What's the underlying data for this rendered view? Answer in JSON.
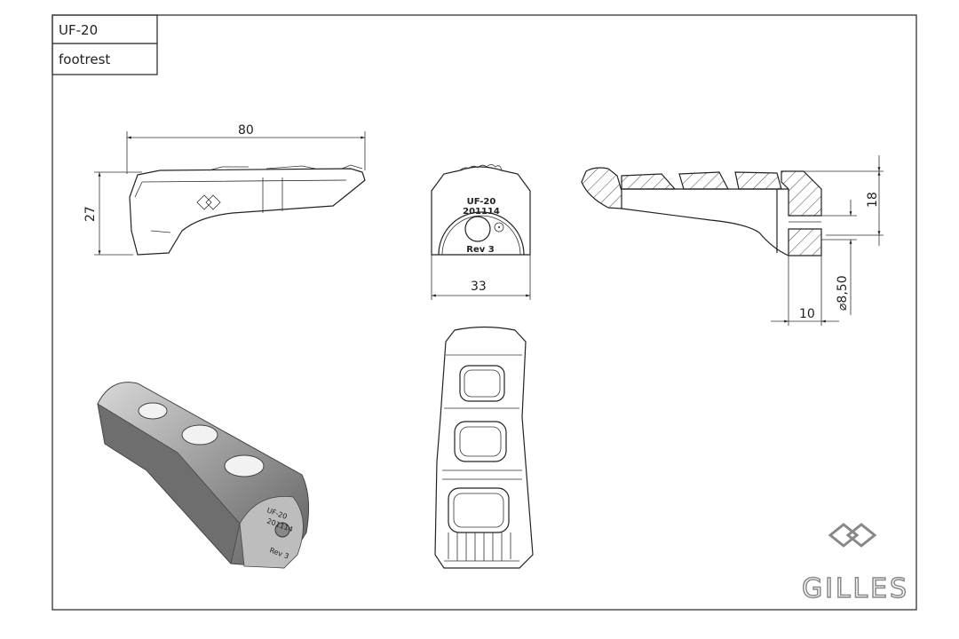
{
  "title_block": {
    "part_number": "UF-20",
    "description": "footrest"
  },
  "dimensions": {
    "length": "80",
    "height": "27",
    "width": "33",
    "thread_depth": "18",
    "hole_diameter": "⌀8,50",
    "boss_length": "10"
  },
  "engraving": {
    "part": "UF-20",
    "date": "201114",
    "revision": "Rev 3"
  },
  "logo": {
    "brand": "GILLES"
  }
}
